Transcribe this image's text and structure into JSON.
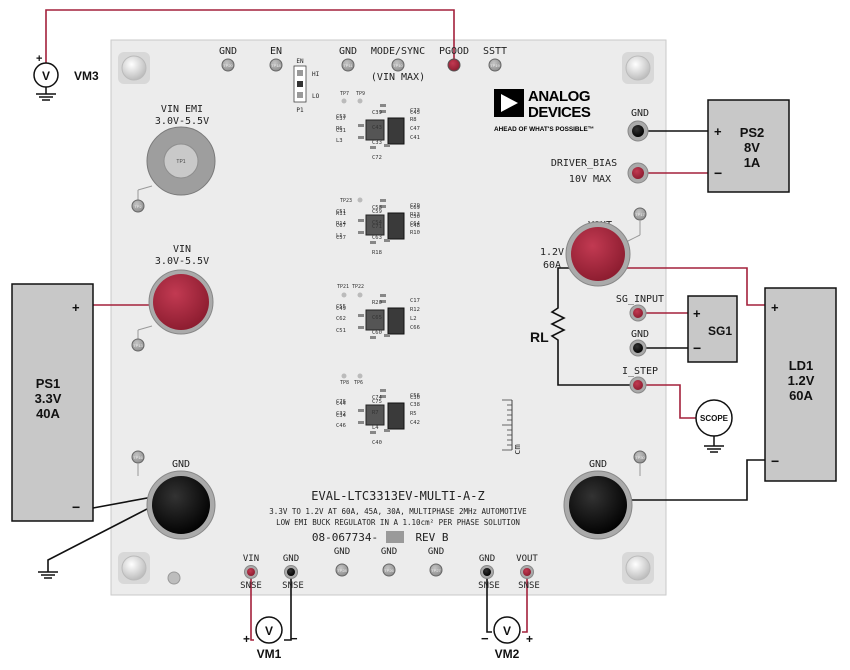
{
  "board": {
    "name": "EVAL-LTC3313EV-MULTI-A-Z",
    "desc1": "3.3V TO 1.2V AT 60A, 45A, 30A, MULTIPHASE 2MHz AUTOMOTIVE",
    "desc2": "LOW EMI BUCK REGULATOR IN A 1.10cm² PER PHASE SOLUTION",
    "part_number": "08-067734-",
    "revision": "REV B"
  },
  "logo": {
    "line1": "ANALOG",
    "line2": "DEVICES",
    "tagline": "AHEAD OF WHAT'S POSSIBLE™"
  },
  "top_labels": {
    "gnd1": "GND",
    "en": "EN",
    "gnd2": "GND",
    "mode": "MODE/SYNC",
    "pgood": "PGOOD",
    "sstt": "SSTT",
    "vin_max": "(VIN MAX)"
  },
  "jumper": {
    "label": "EN",
    "hi": "HI",
    "lo": "LO",
    "ref": "P1"
  },
  "vin_emi": {
    "label": "VIN EMI",
    "range": "3.0V-5.5V"
  },
  "vin": {
    "label": "VIN",
    "range": "3.0V-5.5V"
  },
  "gnd_left": "GND",
  "gnd_right": "GND",
  "vout": {
    "label": "VOUT",
    "voltage": "1.2V",
    "current": "60A"
  },
  "right_labels": {
    "gnd": "GND",
    "driver_bias": "DRIVER_BIAS",
    "driver_bias_max": "10V MAX",
    "sg_input": "SG_INPUT",
    "sg_gnd": "GND",
    "i_step": "I_STEP"
  },
  "bottom_labels": {
    "vin": "VIN",
    "gnd1": "GND",
    "snse1": "SNSE",
    "snse2": "SNSE",
    "gnd2": "GND",
    "gnd3": "GND",
    "gnd4": "GND",
    "gnd5": "GND",
    "gnd6": "GND",
    "vout": "VOUT",
    "snse3": "SNSE",
    "snse4": "SNSE"
  },
  "testpoints": {
    "tp20": "TP20",
    "tp18": "TP18",
    "tp11": "TP11",
    "tp10": "TP10",
    "tp19": "TP19",
    "tp1": "TP1",
    "tp2": "TP2",
    "tp13": "TP13",
    "tp16": "TP16",
    "tp17": "TP17",
    "tp30": "TP30",
    "tp28": "TP28",
    "tp26": "TP26",
    "tp27": "TP27",
    "tp7": "TP7",
    "tp9": "TP9",
    "tp23": "TP23",
    "tp21": "TP21",
    "tp22": "TP22",
    "tp8": "TP8",
    "tp6": "TP6"
  },
  "ruler_unit": "cm",
  "instruments": {
    "ps1": {
      "name": "PS1",
      "voltage": "3.3V",
      "current": "40A"
    },
    "ps2": {
      "name": "PS2",
      "voltage": "8V",
      "current": "1A"
    },
    "ld1": {
      "name": "LD1",
      "voltage": "1.2V",
      "current": "60A"
    },
    "sg1": {
      "name": "SG1"
    },
    "scope": {
      "name": "SCOPE"
    },
    "rl": "RL",
    "vm1": "VM1",
    "vm2": "VM2",
    "vm3": "VM3",
    "v": "V",
    "plus": "+",
    "minus": "−"
  },
  "components": {
    "p1": [
      "C73",
      "C53",
      "C39",
      "R8",
      "R6",
      "C43",
      "C47",
      "L3",
      "C33",
      "C41",
      "C37",
      "C72",
      "C45",
      "C31"
    ],
    "p2": [
      "C29",
      "C51",
      "C58",
      "R13",
      "R14",
      "C54",
      "C64",
      "L1",
      "C63",
      "R10",
      "R11",
      "R18",
      "C69",
      "C67",
      "C59",
      "C50",
      "C57",
      "C71",
      "C48"
    ],
    "p3": [
      "C17",
      "C55",
      "R20",
      "R12",
      "C62",
      "C65",
      "L2",
      "C51",
      "C60",
      "C66",
      "C49"
    ],
    "p4": [
      "C56",
      "C76",
      "C74",
      "C38",
      "C32",
      "R7",
      "R5",
      "C46",
      "L4",
      "C42",
      "C44",
      "C40",
      "C30",
      "C34",
      "C75"
    ]
  },
  "colors": {
    "board": "#ececec",
    "red": "#9b2335",
    "wire_red": "#a3213b",
    "wire_black": "#111111",
    "instrument": "#c8c8c8"
  }
}
